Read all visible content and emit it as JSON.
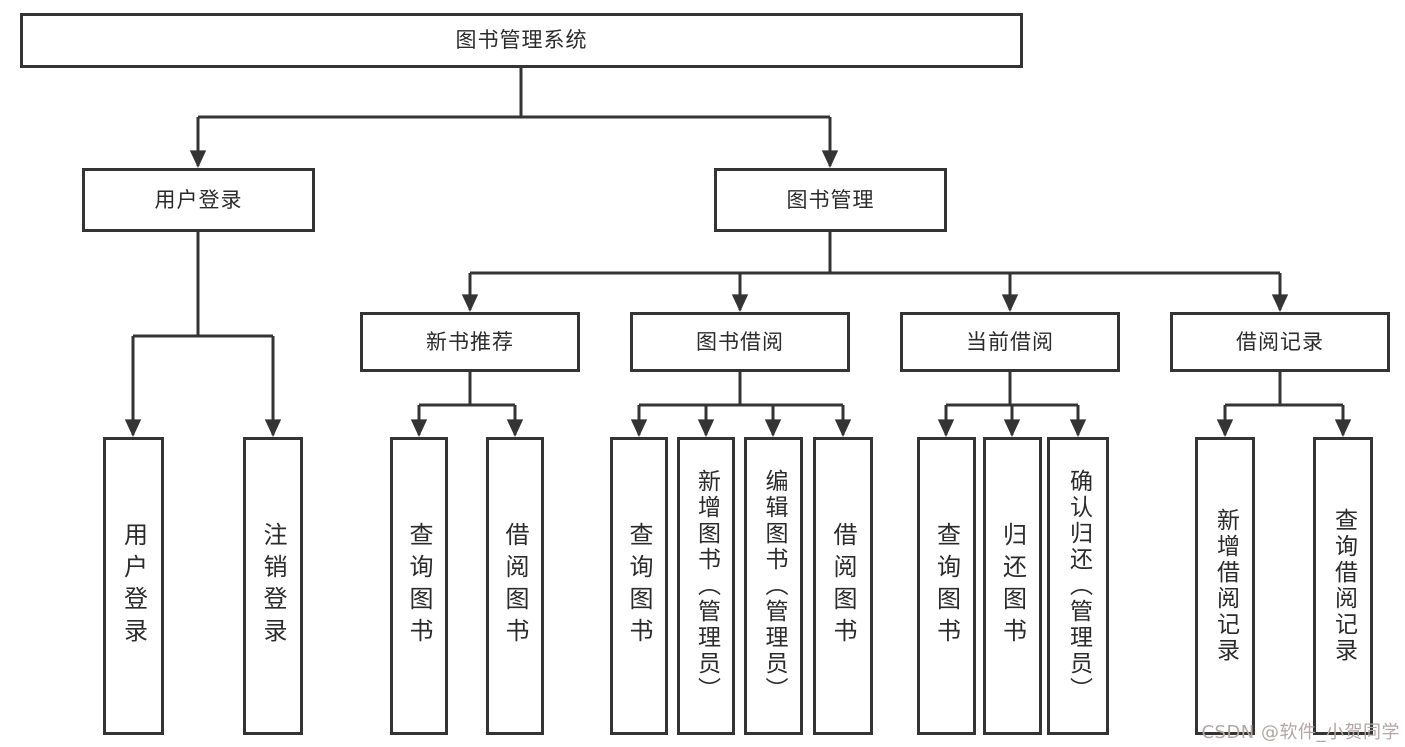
{
  "tree": {
    "root": {
      "label": "图书管理系统"
    },
    "level1": [
      {
        "label": "用户登录"
      },
      {
        "label": "图书管理"
      }
    ],
    "level2": [
      {
        "label": "新书推荐"
      },
      {
        "label": "图书借阅"
      },
      {
        "label": "当前借阅"
      },
      {
        "label": "借阅记录"
      }
    ],
    "leaves": {
      "user_login": [
        {
          "label": "用户登录"
        },
        {
          "label": "注销登录"
        }
      ],
      "new_book_recommend": [
        {
          "label": "查询图书"
        },
        {
          "label": "借阅图书"
        }
      ],
      "book_borrow": [
        {
          "label": "查询图书"
        },
        {
          "label": "新增图书（管理员）"
        },
        {
          "label": "编辑图书（管理员）"
        },
        {
          "label": "借阅图书"
        }
      ],
      "current_borrow": [
        {
          "label": "查询图书"
        },
        {
          "label": "归还图书"
        },
        {
          "label": "确认归还（管理员）"
        }
      ],
      "borrow_record": [
        {
          "label": "新增借阅记录"
        },
        {
          "label": "查询借阅记录"
        }
      ]
    }
  },
  "watermark": {
    "text": "CSDN @软件_小贺同学"
  },
  "colors": {
    "line": "#343434",
    "box_border": "#343434",
    "text": "#2b2b2b",
    "watermark": "#b3a6a6",
    "background": "#ffffff"
  }
}
